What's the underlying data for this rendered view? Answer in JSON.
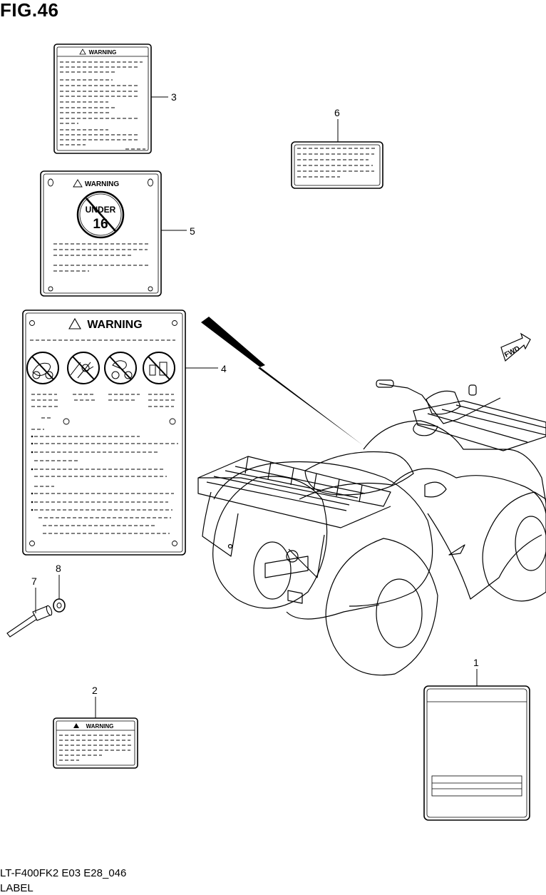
{
  "figure": {
    "title": "FIG.46",
    "model_code": "LT-F400FK2 E03 E28_046",
    "section_name": "LABEL"
  },
  "labels": {
    "warning_text": "WARNING",
    "under16_top": "UNDER",
    "under16_age": "16",
    "fwd_text": "FWD"
  },
  "callouts": {
    "part1": "1",
    "part2": "2",
    "part3": "3",
    "part4": "4",
    "part5": "5",
    "part6": "6",
    "part7": "7",
    "part8": "8"
  }
}
